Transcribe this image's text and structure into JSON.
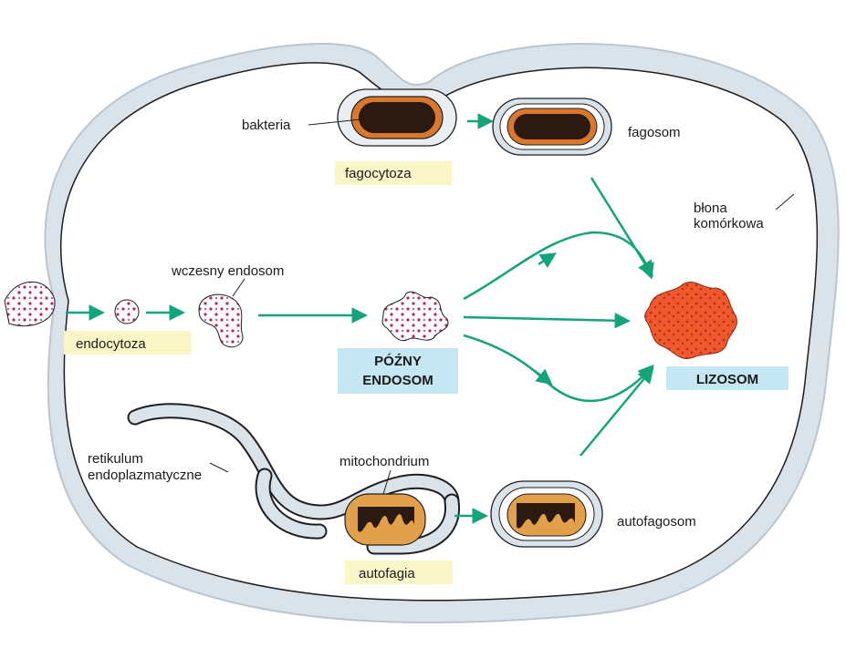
{
  "labels": {
    "bacteria": "bakteria",
    "phagosome": "fagosom",
    "phagocytosis": "fagocytoza",
    "cell_membrane_line1": "błona",
    "cell_membrane_line2": "komórkowa",
    "early_endosome": "wczesny endosom",
    "endocytosis": "endocytoza",
    "late_endosome_line1": "PÓŹNY",
    "late_endosome_line2": "ENDOSOM",
    "lysosome": "LIZOSOM",
    "er_line1": "retikulum",
    "er_line2": "endoplazmatyczne",
    "mitochondrion": "mitochondrium",
    "autophagosome": "autofagosom",
    "autophagy": "autofagia"
  },
  "colors": {
    "cell_fill": "#ffffff",
    "membrane": "#c9d3dd",
    "process_box": "#fbf6c8",
    "endosome_box": "#c5e6f3",
    "arrow": "#14a37a",
    "bacterium_outer": "#d9772f",
    "bacterium_inner": "#2a1a12",
    "endosome_dots": "#b0286a",
    "lysosome_fill": "#ee5a2e",
    "mito_outer": "#e3a04a"
  }
}
